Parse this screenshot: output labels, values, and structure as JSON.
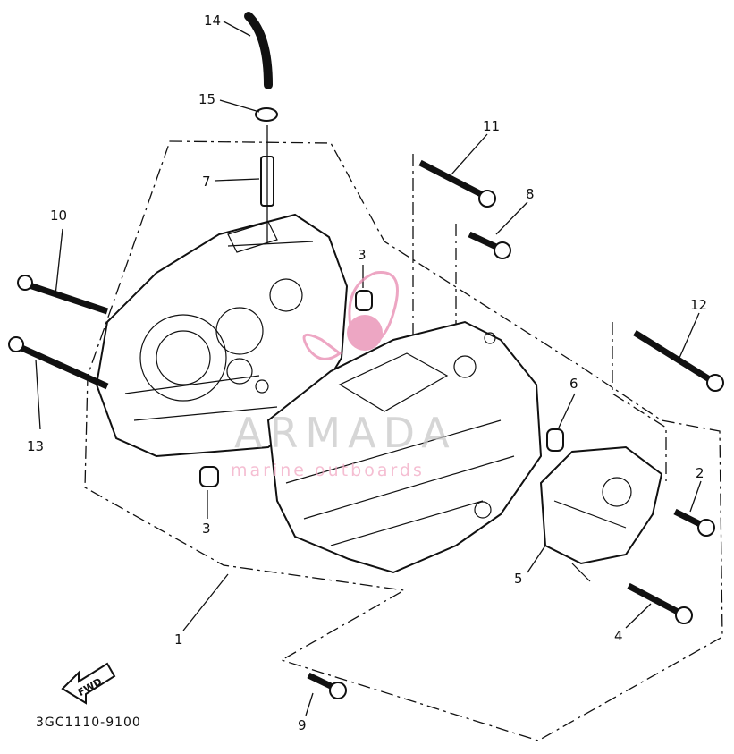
{
  "diagram": {
    "drawing_code": "3GC1110-9100",
    "fwd_label": "FWD",
    "watermark": {
      "brand": "ARMADA",
      "tagline": "marine outboards"
    },
    "callouts": [
      {
        "id": "c14",
        "label": "14"
      },
      {
        "id": "c15",
        "label": "15"
      },
      {
        "id": "c7",
        "label": "7"
      },
      {
        "id": "c10",
        "label": "10"
      },
      {
        "id": "c13",
        "label": "13"
      },
      {
        "id": "c3a",
        "label": "3"
      },
      {
        "id": "c3b",
        "label": "3"
      },
      {
        "id": "c11",
        "label": "11"
      },
      {
        "id": "c8",
        "label": "8"
      },
      {
        "id": "c12",
        "label": "12"
      },
      {
        "id": "c6",
        "label": "6"
      },
      {
        "id": "c2",
        "label": "2"
      },
      {
        "id": "c5",
        "label": "5"
      },
      {
        "id": "c4",
        "label": "4"
      },
      {
        "id": "c1",
        "label": "1"
      },
      {
        "id": "c9",
        "label": "9"
      }
    ]
  }
}
